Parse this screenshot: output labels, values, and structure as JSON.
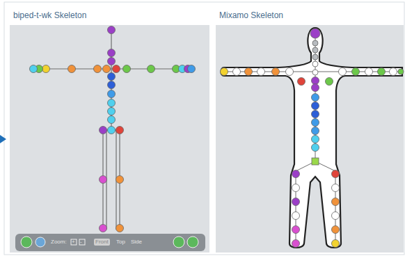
{
  "diagram": {
    "nodes": [
      {
        "text": [
          "biped-t-wk Skeleton"
        ]
      },
      {
        "text": [
          "Mixamo Skeleton"
        ]
      }
    ],
    "labels": [
      "Zoom:",
      "+",
      "-",
      "Front",
      "Top",
      "Side"
    ]
  }
}
